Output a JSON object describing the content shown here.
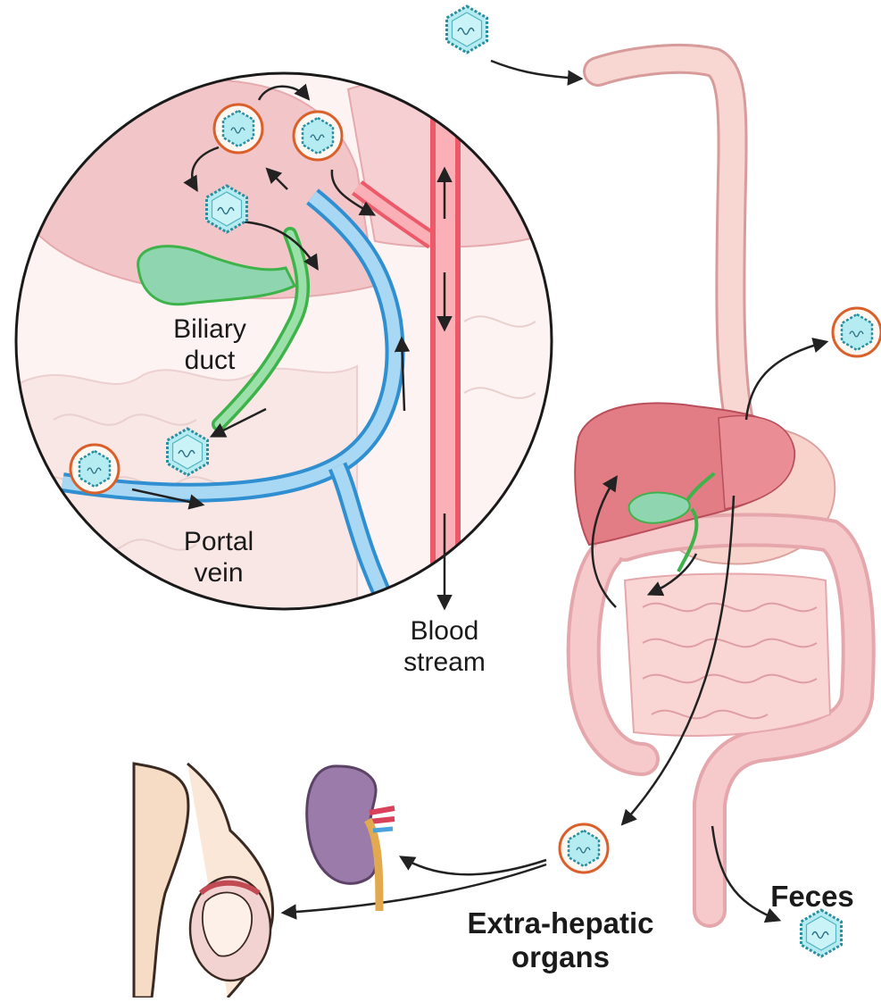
{
  "labels": {
    "biliary_duct": [
      "Biliary",
      "duct"
    ],
    "portal_vein": [
      "Portal",
      "vein"
    ],
    "blood_stream": [
      "Blood",
      "stream"
    ],
    "feces": "Feces",
    "extra_hepatic": [
      "Extra-hepatic",
      "organs"
    ]
  },
  "colors": {
    "virus_fill": "#b5ecf2",
    "virus_outline": "#2a8fa0",
    "envelope": "#d9602a",
    "liver": "#e27d86",
    "gallbladder": "#8fd6b0",
    "bile_duct": "#3db34a",
    "portal_vein": "#4aa3df",
    "blood_vessel": "#ec5a6a",
    "intestine": "#f4c3c3",
    "kidney": "#9a7ba9",
    "skin": "#f6dcc4"
  },
  "icons": [
    "naked-virus-icon",
    "enveloped-virus-icon",
    "arrow-icon"
  ]
}
